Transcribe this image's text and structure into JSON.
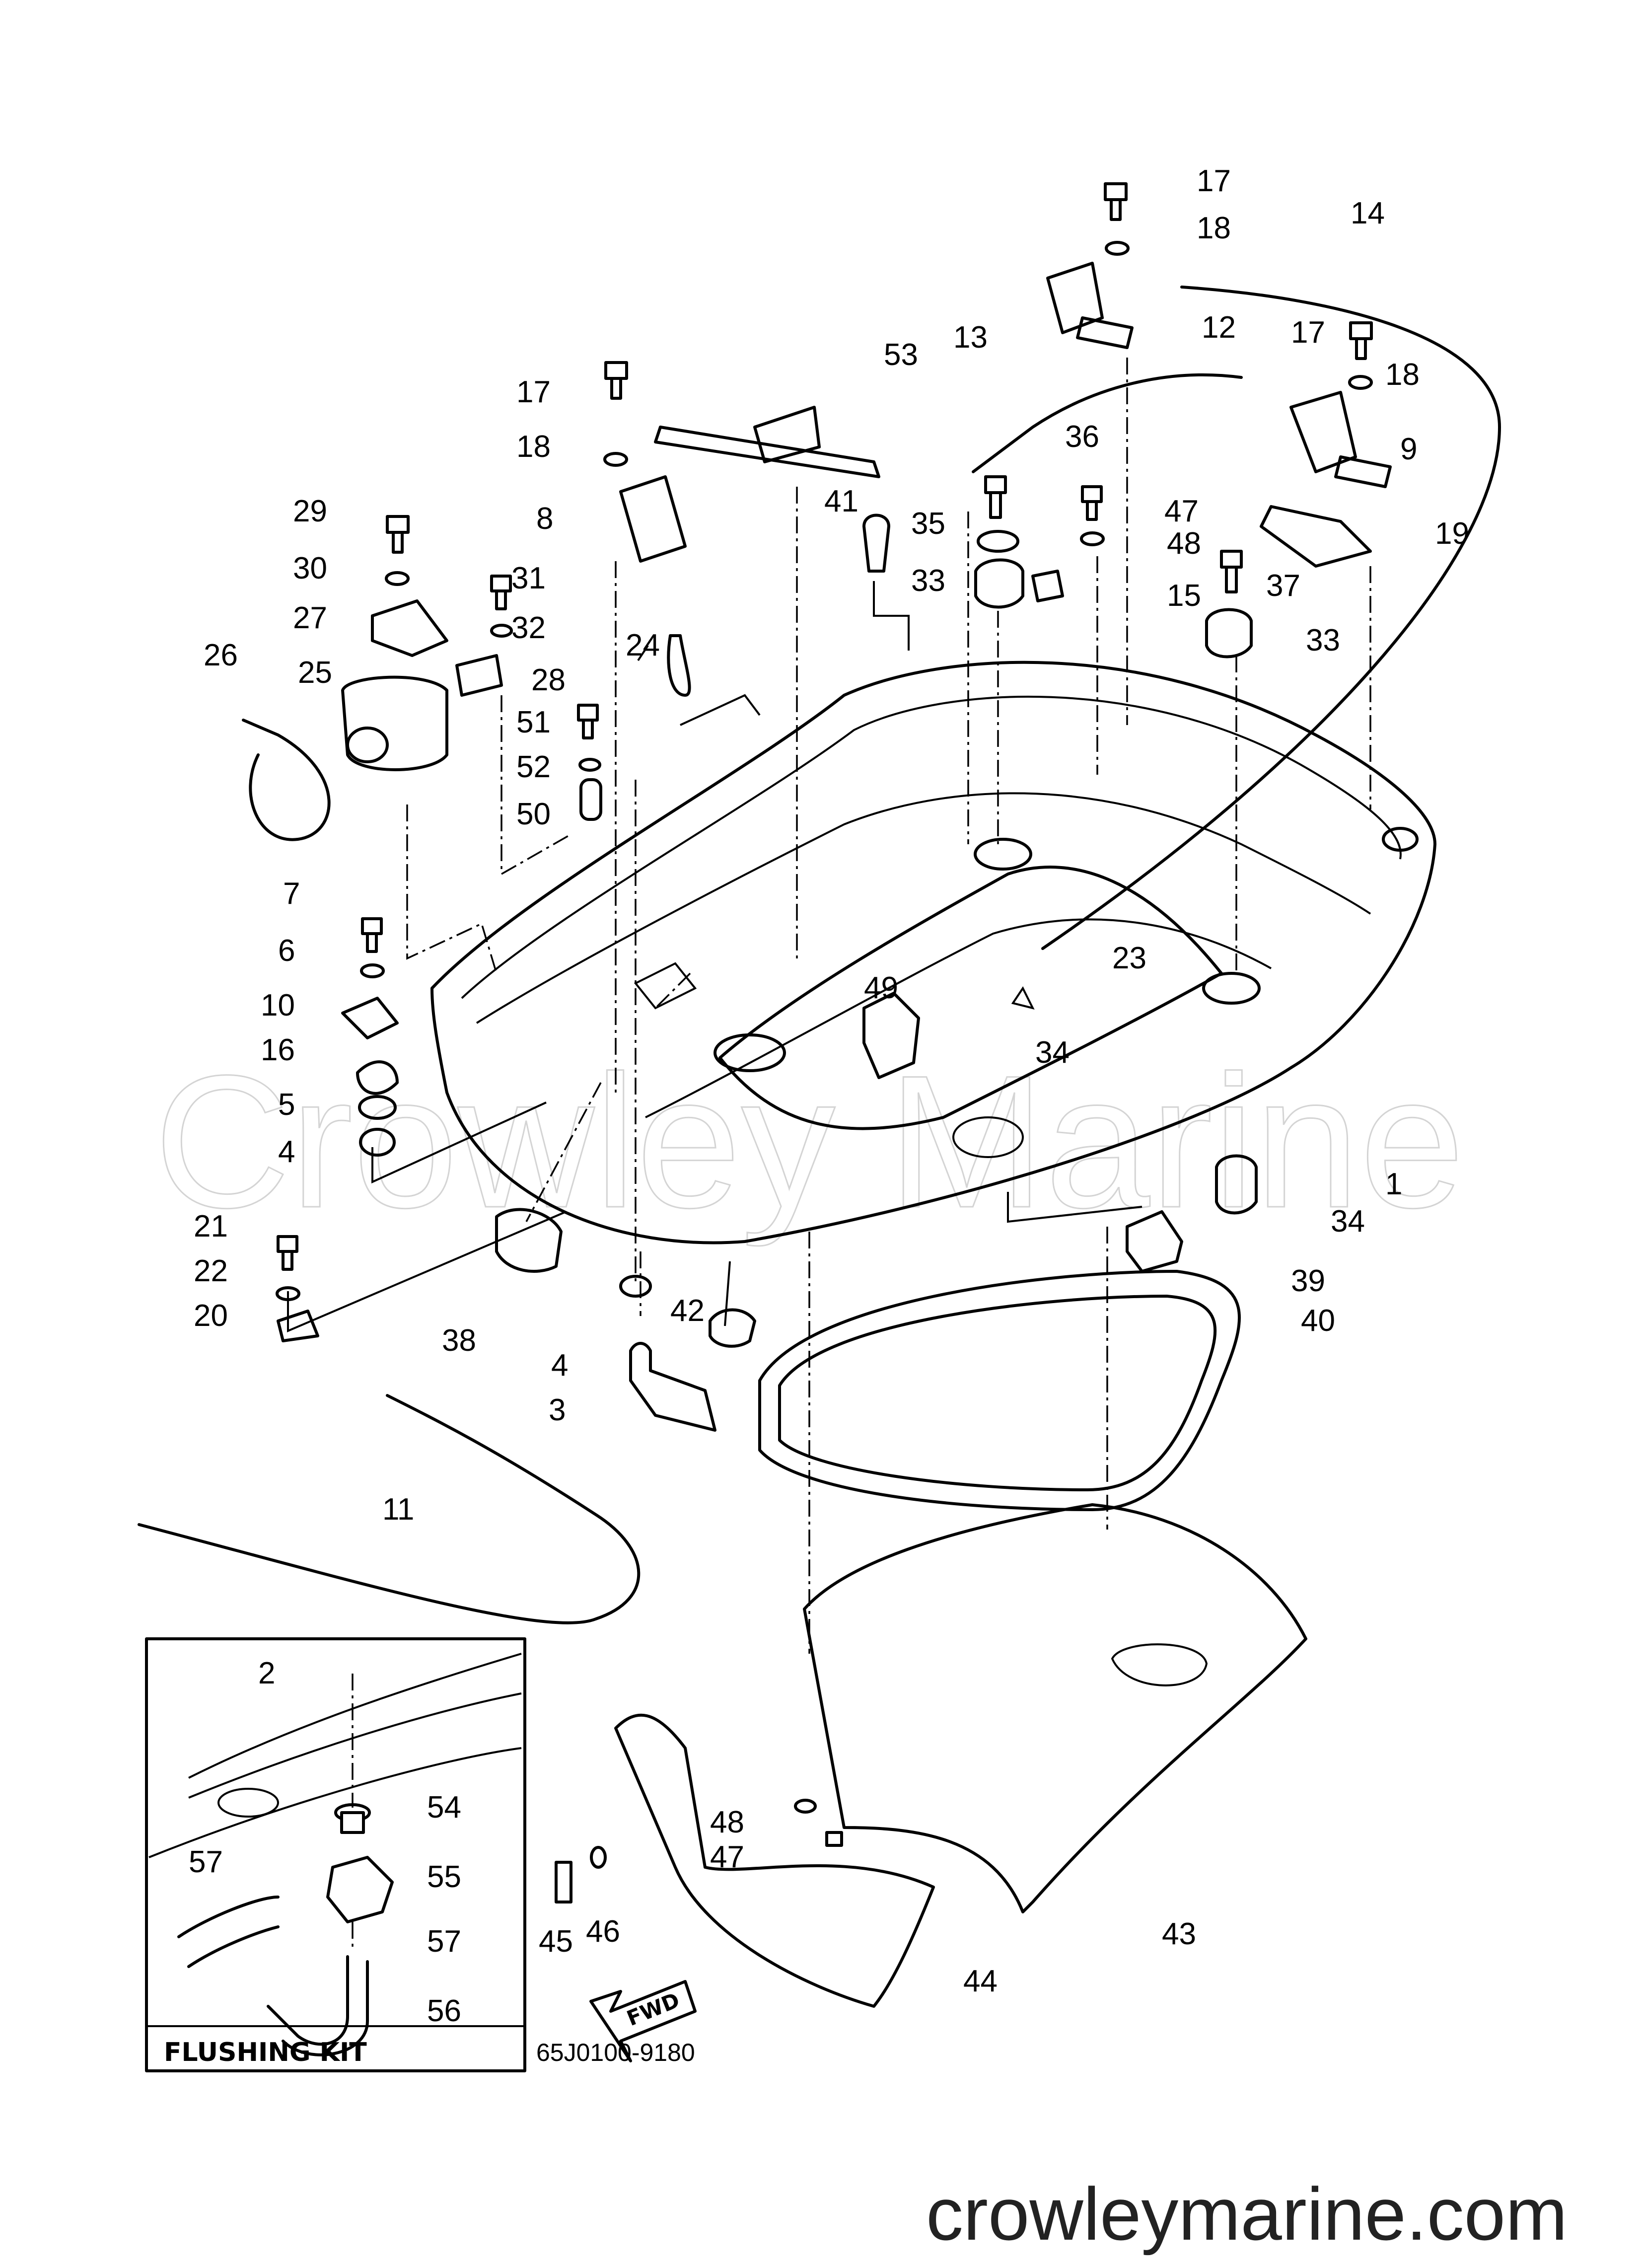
{
  "diagram_code": "65J0100-9180",
  "inset_title": "FLUSHING KIT",
  "direction_arrow": "FWD",
  "watermark": "Crowley Marine",
  "site_url": "crowleymarine.com",
  "callouts": [
    {
      "id": "c1",
      "label": "1"
    },
    {
      "id": "c2",
      "label": "2"
    },
    {
      "id": "c3",
      "label": "3"
    },
    {
      "id": "c4a",
      "label": "4"
    },
    {
      "id": "c4b",
      "label": "4"
    },
    {
      "id": "c5",
      "label": "5"
    },
    {
      "id": "c6",
      "label": "6"
    },
    {
      "id": "c7",
      "label": "7"
    },
    {
      "id": "c8",
      "label": "8"
    },
    {
      "id": "c9",
      "label": "9"
    },
    {
      "id": "c10",
      "label": "10"
    },
    {
      "id": "c11",
      "label": "11"
    },
    {
      "id": "c12",
      "label": "12"
    },
    {
      "id": "c13",
      "label": "13"
    },
    {
      "id": "c14",
      "label": "14"
    },
    {
      "id": "c15",
      "label": "15"
    },
    {
      "id": "c16",
      "label": "16"
    },
    {
      "id": "c17a",
      "label": "17"
    },
    {
      "id": "c17b",
      "label": "17"
    },
    {
      "id": "c17c",
      "label": "17"
    },
    {
      "id": "c18a",
      "label": "18"
    },
    {
      "id": "c18b",
      "label": "18"
    },
    {
      "id": "c18c",
      "label": "18"
    },
    {
      "id": "c19",
      "label": "19"
    },
    {
      "id": "c20",
      "label": "20"
    },
    {
      "id": "c21",
      "label": "21"
    },
    {
      "id": "c22",
      "label": "22"
    },
    {
      "id": "c23",
      "label": "23"
    },
    {
      "id": "c24",
      "label": "24"
    },
    {
      "id": "c25",
      "label": "25"
    },
    {
      "id": "c26",
      "label": "26"
    },
    {
      "id": "c27",
      "label": "27"
    },
    {
      "id": "c28",
      "label": "28"
    },
    {
      "id": "c29",
      "label": "29"
    },
    {
      "id": "c30",
      "label": "30"
    },
    {
      "id": "c31",
      "label": "31"
    },
    {
      "id": "c32",
      "label": "32"
    },
    {
      "id": "c33a",
      "label": "33"
    },
    {
      "id": "c33b",
      "label": "33"
    },
    {
      "id": "c34a",
      "label": "34"
    },
    {
      "id": "c34b",
      "label": "34"
    },
    {
      "id": "c35",
      "label": "35"
    },
    {
      "id": "c36",
      "label": "36"
    },
    {
      "id": "c37",
      "label": "37"
    },
    {
      "id": "c38",
      "label": "38"
    },
    {
      "id": "c39",
      "label": "39"
    },
    {
      "id": "c40",
      "label": "40"
    },
    {
      "id": "c41",
      "label": "41"
    },
    {
      "id": "c42",
      "label": "42"
    },
    {
      "id": "c43",
      "label": "43"
    },
    {
      "id": "c44",
      "label": "44"
    },
    {
      "id": "c45",
      "label": "45"
    },
    {
      "id": "c46",
      "label": "46"
    },
    {
      "id": "c47a",
      "label": "47"
    },
    {
      "id": "c47b",
      "label": "47"
    },
    {
      "id": "c48a",
      "label": "48"
    },
    {
      "id": "c48b",
      "label": "48"
    },
    {
      "id": "c49",
      "label": "49"
    },
    {
      "id": "c50",
      "label": "50"
    },
    {
      "id": "c51",
      "label": "51"
    },
    {
      "id": "c52",
      "label": "52"
    },
    {
      "id": "c53",
      "label": "53"
    },
    {
      "id": "c54",
      "label": "54"
    },
    {
      "id": "c55",
      "label": "55"
    },
    {
      "id": "c56",
      "label": "56"
    },
    {
      "id": "c57a",
      "label": "57"
    },
    {
      "id": "c57b",
      "label": "57"
    }
  ]
}
